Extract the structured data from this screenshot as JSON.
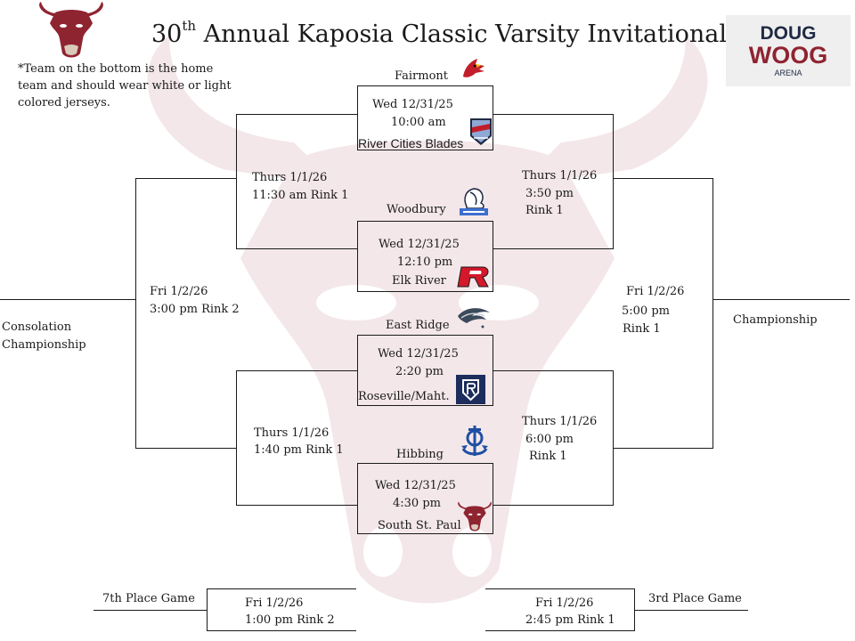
{
  "title": {
    "ordinal": "30",
    "ordinal_suffix": "th",
    "text": "Annual Kaposia Classic Varsity Invitational"
  },
  "note": "*Team on the bottom is the home team and should wear white or light colored jerseys.",
  "arena_logo": {
    "line1": "DOUG",
    "line2": "WOOG",
    "line3": "ARENA"
  },
  "logos": {
    "host": "bull-head-icon",
    "arena": "doug-woog-arena-logo"
  },
  "colors": {
    "bracket_line": "#1a1a1a",
    "bull_maroon": "#8f2431",
    "cardinal_red": "#c21d2a",
    "elk_river_red": "#d4182b",
    "hibbing_blue": "#1f4fa3",
    "roseville_navy": "#1d2d5c",
    "arena_blue": "#1f2a44"
  },
  "quarterfinals": [
    {
      "date": "Wed 12/31/25",
      "time": "10:00 am",
      "away": "Fairmont",
      "home": "River Cities Blades",
      "away_icon": "cardinal-icon",
      "home_icon": "blades-icon"
    },
    {
      "date": "Wed 12/31/25",
      "time": "12:10 pm",
      "away": "Woodbury",
      "home": "Elk River",
      "away_icon": "royals-lion-icon",
      "home_icon": "elk-river-r-icon"
    },
    {
      "date": "Wed 12/31/25",
      "time": "2:20 pm",
      "away": "East Ridge",
      "home": "Roseville/Maht.",
      "away_icon": "raptor-icon",
      "home_icon": "roseville-r-icon"
    },
    {
      "date": "Wed 12/31/25",
      "time": "4:30 pm",
      "away": "Hibbing",
      "home": "South St. Paul",
      "away_icon": "anchor-icon",
      "home_icon": "bull-head-icon"
    }
  ],
  "consolation_semis": [
    {
      "date": "Thurs 1/1/26",
      "time": "11:30 am Rink 1"
    },
    {
      "date": "Thurs 1/1/26",
      "time": "1:40 pm Rink 1"
    }
  ],
  "semis": [
    {
      "date": "Thurs 1/1/26",
      "time": "3:50 pm",
      "rink": "Rink 1"
    },
    {
      "date": "Thurs 1/1/26",
      "time": "6:00 pm",
      "rink": "Rink 1"
    }
  ],
  "consolation_final": {
    "date": "Fri 1/2/26",
    "time": "3:00 pm Rink 2",
    "label_line1": "Consolation",
    "label_line2": "Championship"
  },
  "championship": {
    "date": "Fri 1/2/26",
    "time": "5:00 pm",
    "rink": "Rink 1",
    "label": "Championship"
  },
  "seventh_place": {
    "label": "7th Place Game",
    "date": "Fri 1/2/26",
    "time": "1:00 pm Rink 2"
  },
  "third_place": {
    "label": "3rd Place Game",
    "date": "Fri 1/2/26",
    "time": "2:45 pm Rink 1"
  }
}
